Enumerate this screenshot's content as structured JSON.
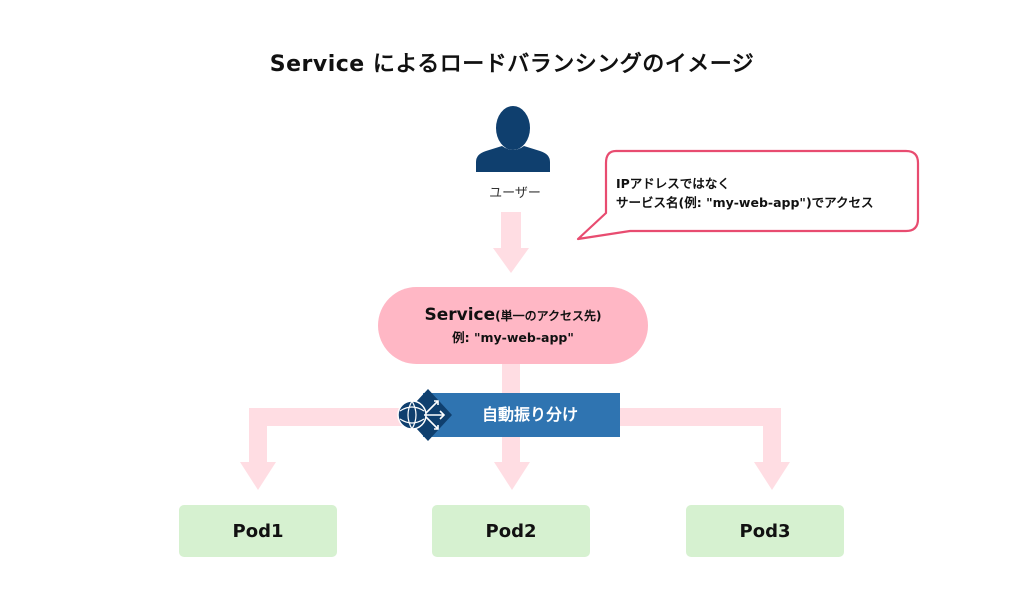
{
  "title": "Service によるロードバランシングのイメージ",
  "user": {
    "icon": "user-icon",
    "label": "ユーザー"
  },
  "callout": {
    "line1": "IPアドレスではなく",
    "line2": "サービス名(例: \"my-web-app\")でアクセス"
  },
  "service": {
    "name": "Service",
    "note": "(単一のアクセス先)",
    "example": "例: \"my-web-app\""
  },
  "load_balancer": {
    "icon": "load-balancer-icon",
    "label": "自動振り分け"
  },
  "pods": [
    {
      "label": "Pod1"
    },
    {
      "label": "Pod2"
    },
    {
      "label": "Pod3"
    }
  ],
  "colors": {
    "arrow": "#ffdde3",
    "service_fill": "#ffb7c5",
    "callout_border": "#e84c70",
    "banner": "#2f74b1",
    "banner_dark": "#0f3f6e",
    "user_icon": "#0f3f6e",
    "pod_fill": "#d6f1d0"
  }
}
